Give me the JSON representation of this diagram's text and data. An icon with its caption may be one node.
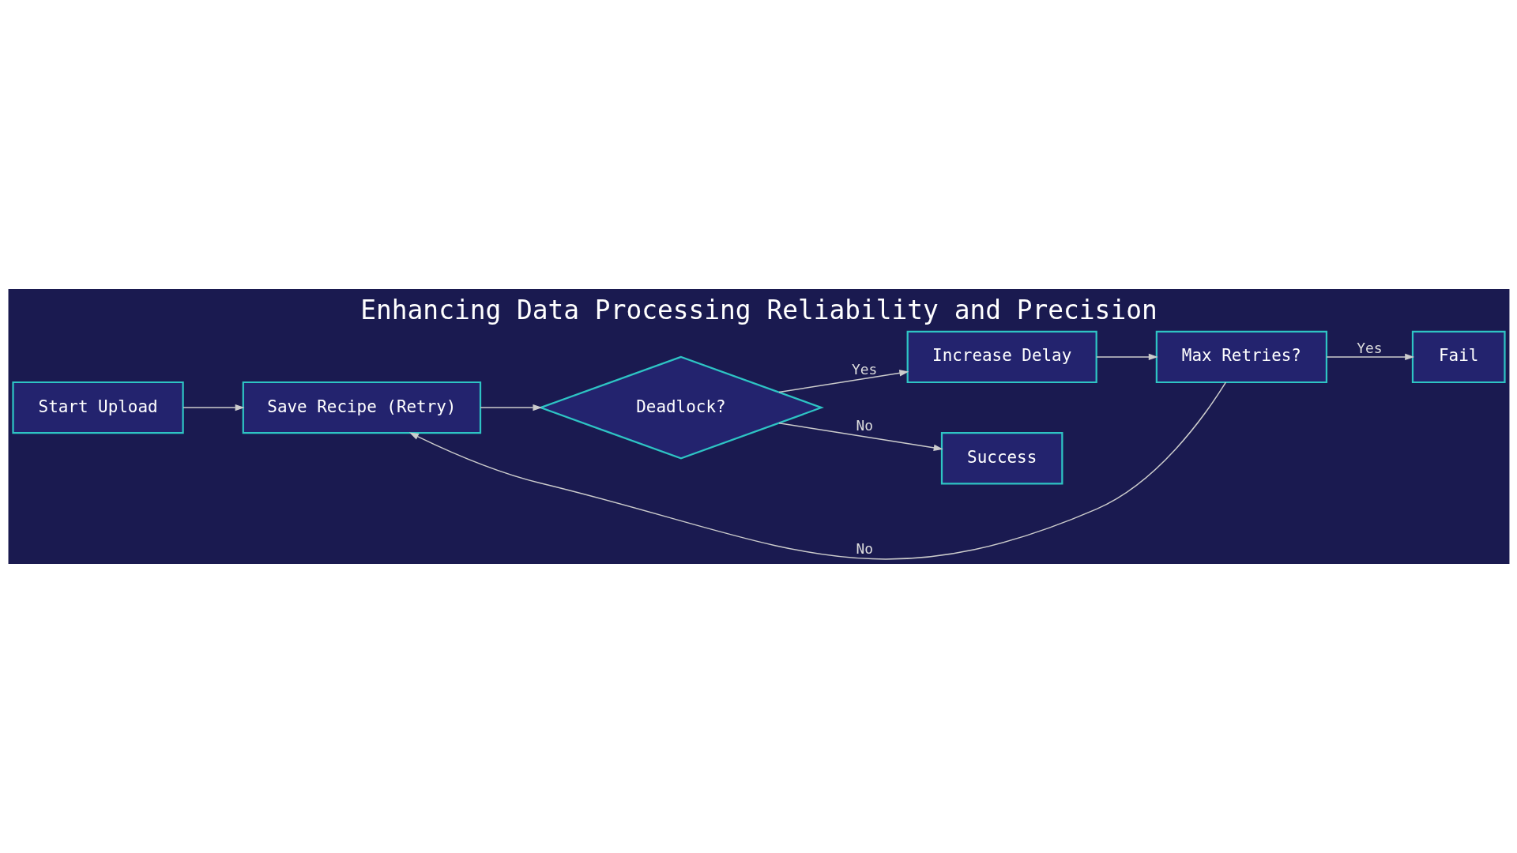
{
  "diagram": {
    "title": "Enhancing Data Processing Reliability and Precision",
    "nodes": [
      {
        "text": [
          "Start Upload"
        ]
      },
      {
        "text": [
          "Save Recipe (Retry)"
        ]
      },
      {
        "text": [
          "Deadlock?"
        ]
      },
      {
        "text": [
          "Increase Delay"
        ]
      },
      {
        "text": [
          "Success"
        ]
      },
      {
        "text": [
          "Max Retries?"
        ]
      },
      {
        "text": [
          "Fail"
        ]
      }
    ],
    "edges": [
      {
        "from": 0,
        "to": 1,
        "arrow": "to"
      },
      {
        "from": 1,
        "to": 2,
        "arrow": "to"
      },
      {
        "from": 2,
        "to": 3,
        "label": "Yes",
        "arrow": "to"
      },
      {
        "from": 2,
        "to": 4,
        "label": "No",
        "arrow": "to"
      },
      {
        "from": 3,
        "to": 5,
        "arrow": "to"
      },
      {
        "from": 5,
        "to": 6,
        "label": "Yes",
        "arrow": "to"
      },
      {
        "from": 5,
        "to": 1,
        "label": "No",
        "arrow": "to"
      }
    ]
  }
}
